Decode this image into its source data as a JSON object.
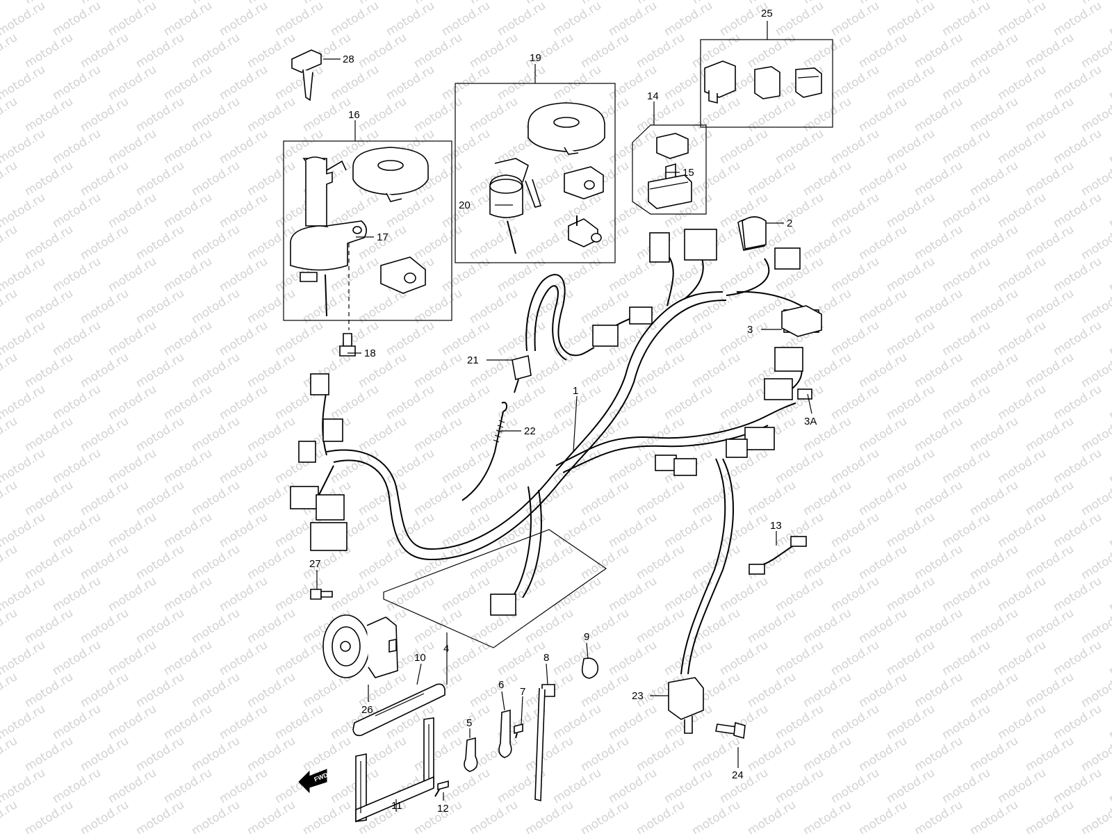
{
  "watermark": "motod.ru",
  "fwd_label": "FWD",
  "callouts": [
    {
      "id": "c1",
      "text": "1"
    },
    {
      "id": "c2",
      "text": "2"
    },
    {
      "id": "c3",
      "text": "3"
    },
    {
      "id": "c3a",
      "text": "3A"
    },
    {
      "id": "c4",
      "text": "4"
    },
    {
      "id": "c5",
      "text": "5"
    },
    {
      "id": "c6",
      "text": "6"
    },
    {
      "id": "c7",
      "text": "7"
    },
    {
      "id": "c8",
      "text": "8"
    },
    {
      "id": "c9",
      "text": "9"
    },
    {
      "id": "c10",
      "text": "10"
    },
    {
      "id": "c11",
      "text": "11"
    },
    {
      "id": "c12",
      "text": "12"
    },
    {
      "id": "c13",
      "text": "13"
    },
    {
      "id": "c14",
      "text": "14"
    },
    {
      "id": "c15",
      "text": "15"
    },
    {
      "id": "c16",
      "text": "16"
    },
    {
      "id": "c17",
      "text": "17"
    },
    {
      "id": "c18",
      "text": "18"
    },
    {
      "id": "c19",
      "text": "19"
    },
    {
      "id": "c20",
      "text": "20"
    },
    {
      "id": "c21",
      "text": "21"
    },
    {
      "id": "c22",
      "text": "22"
    },
    {
      "id": "c23",
      "text": "23"
    },
    {
      "id": "c24",
      "text": "24"
    },
    {
      "id": "c25",
      "text": "25"
    },
    {
      "id": "c26",
      "text": "26"
    },
    {
      "id": "c27",
      "text": "27"
    },
    {
      "id": "c28",
      "text": "28"
    }
  ]
}
